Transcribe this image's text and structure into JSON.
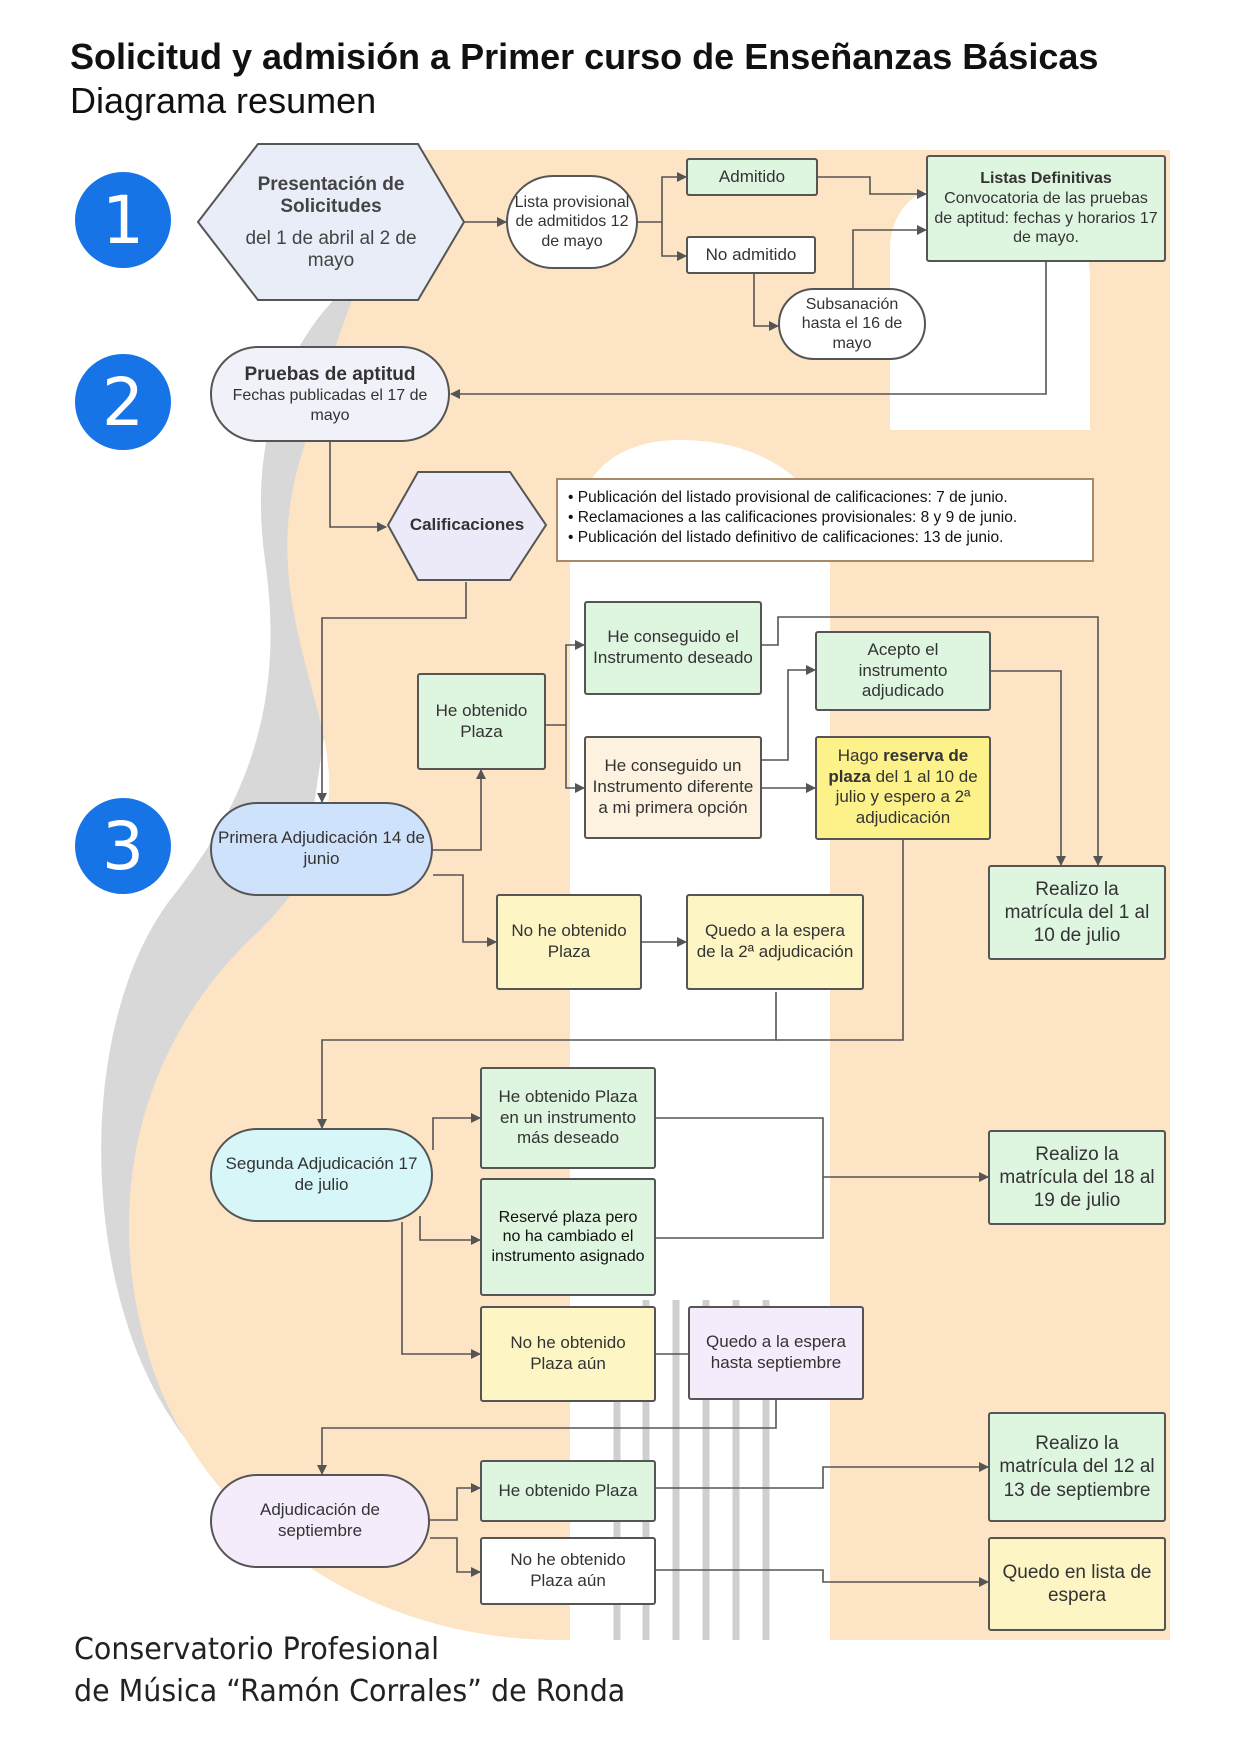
{
  "header": {
    "title": "Solicitud y admisión a Primer curso de Enseñanzas Básicas",
    "subtitle": "Diagrama resumen"
  },
  "steps": [
    "1",
    "2",
    "3"
  ],
  "nodes": {
    "presentacion_title": "Presentación de Solicitudes",
    "presentacion_dates": "del 1 de abril al 2 de mayo",
    "lista_provisional": "Lista provisional de admitidos 12 de mayo",
    "admitido": "Admitido",
    "no_admitido": "No admitido",
    "subsanacion": "Subsanación hasta el 16 de mayo",
    "listas_def_title": "Listas Definitivas",
    "listas_def_body": "Convocatoria de las pruebas de aptitud: fechas y horarios  17 de mayo.",
    "pruebas_title": "Pruebas de aptitud",
    "pruebas_body": "Fechas publicadas el 17 de mayo",
    "calificaciones": "Calificaciones",
    "he_obtenido_plaza_1": "He obtenido Plaza",
    "instrumento_deseado": "He conseguido el Instrumento deseado",
    "instrumento_diferente": "He conseguido un Instrumento diferente a mi primera opción",
    "acepto_instrumento": "Acepto el instrumento adjudicado",
    "reserva_pre": "Hago ",
    "reserva_bold": "reserva de plaza",
    "reserva_post": " del 1 al 10 de julio y espero a 2ª adjudicación",
    "matricula_julio": "Realizo la matrícula del 1 al 10 de julio",
    "primera_adjudicacion": "Primera Adjudicación 14 de junio",
    "no_obtenido_1": "No he obtenido Plaza",
    "espera_2a": "Quedo a la espera de la 2ª adjudicación",
    "segunda_adjudicacion": "Segunda Adjudicación 17 de julio",
    "plaza_mas_deseado": "He obtenido Plaza en un instrumento más deseado",
    "reserve_sin_cambio": "Reservé plaza pero no ha cambiado el instrumento asignado",
    "no_obtenido_aun_1": "No he obtenido Plaza aún",
    "espera_septiembre": "Quedo a la espera hasta septiembre",
    "matricula_18_19": "Realizo la matrícula del 18 al 19 de julio",
    "adjudicacion_septiembre": "Adjudicación de septiembre",
    "he_obtenido_plaza_sep": "He obtenido Plaza",
    "no_obtenido_aun_2": "No he obtenido Plaza aún",
    "matricula_septiembre": "Realizo la matrícula del 12 al 13 de septiembre",
    "lista_espera": "Quedo en lista de espera"
  },
  "calificaciones_notes": [
    "Publicación del listado provisional de calificaciones: 7 de junio.",
    "Reclamaciones a las calificaciones provisionales: 8 y 9 de junio.",
    "Publicación del listado definitivo de calificaciones: 13 de junio."
  ],
  "footer": {
    "line1": "Conservatorio Profesional",
    "line2": "de Música “Ramón Corrales” de Ronda"
  },
  "colors": {
    "step_circle": "#1774e6",
    "background_guitar": "#fde4c4",
    "guitar_shadow": "#d6d6d6"
  }
}
